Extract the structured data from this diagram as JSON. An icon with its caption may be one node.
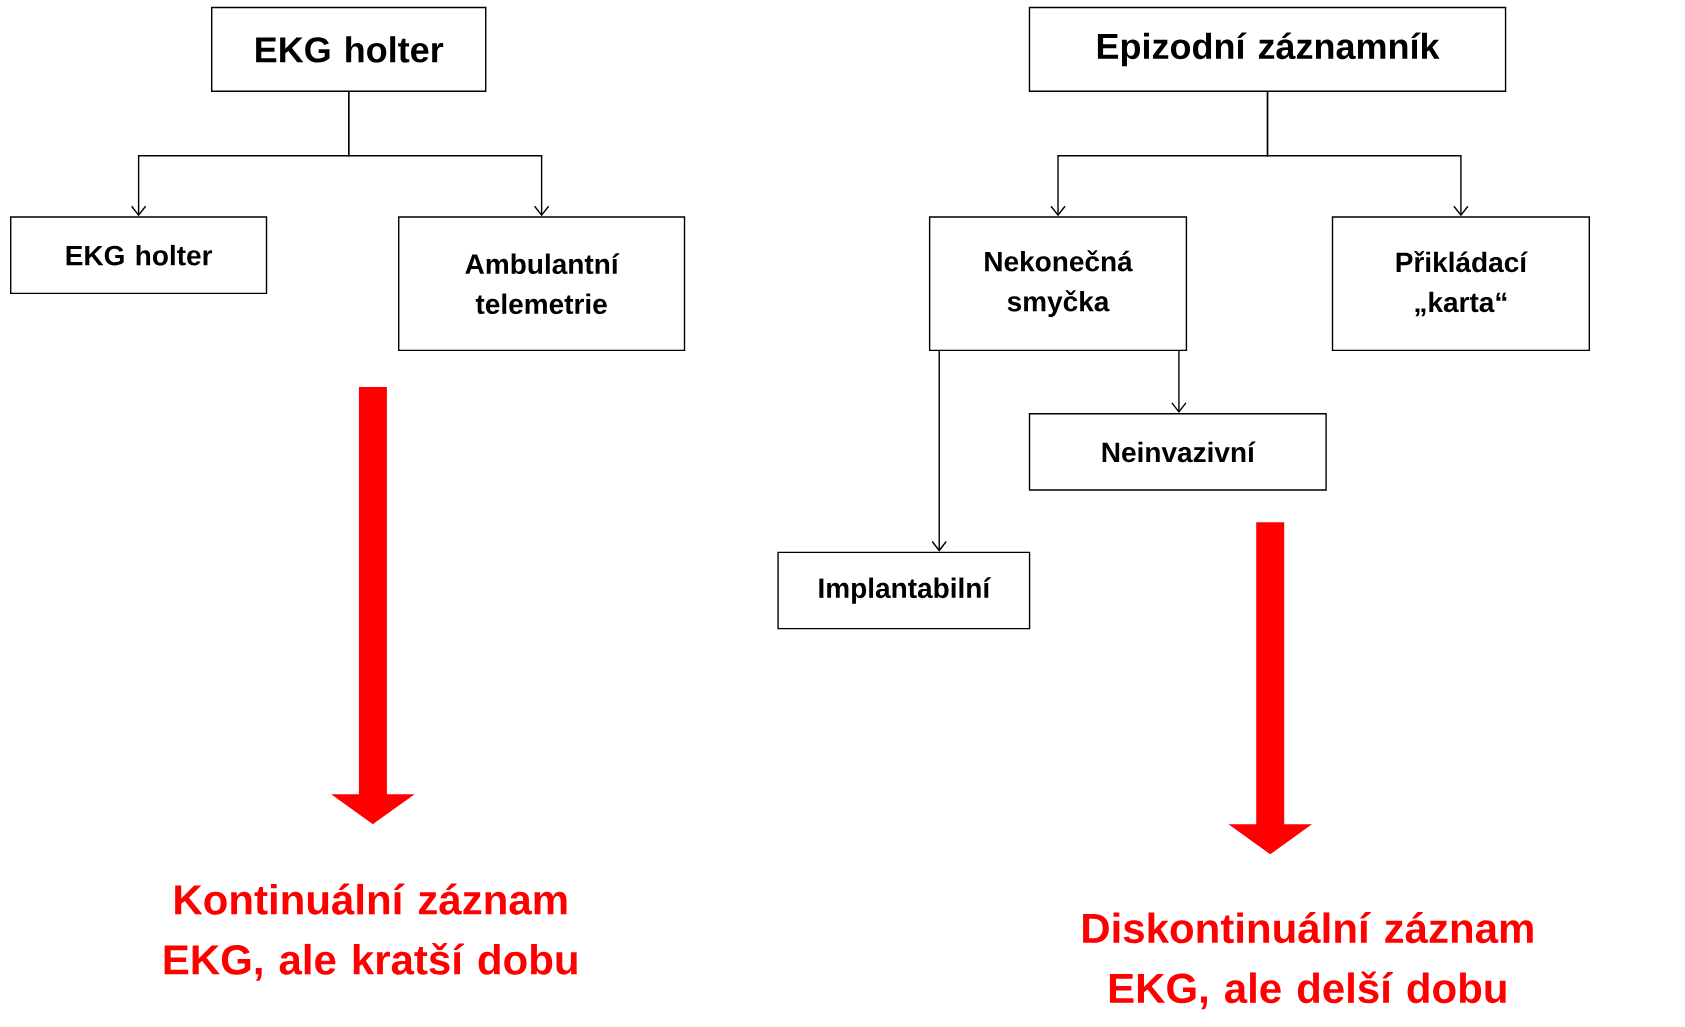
{
  "diagram": {
    "nodes": [
      {
        "text": [
          "EKG holter"
        ]
      },
      {
        "text": [
          "EKG holter"
        ]
      },
      {
        "text": [
          "Ambulantní telemetrie"
        ]
      },
      {
        "text": [
          "Epizodní záznamník"
        ]
      },
      {
        "text": [
          "Nekonečná smyčka"
        ]
      },
      {
        "text": [
          "Přikládací „karta“"
        ]
      },
      {
        "text": [
          "Neinvazivní"
        ]
      },
      {
        "text": [
          "Implantabilní"
        ]
      },
      {
        "text": [
          "Kontinuální záznam EKG, ale kratší dobu"
        ]
      },
      {
        "text": [
          "Diskontinuální záznam EKG, ale delší dobu"
        ]
      }
    ],
    "edges": [
      {
        "from": 0,
        "to": 1,
        "arrow": "to"
      },
      {
        "from": 0,
        "to": 2,
        "arrow": "to"
      },
      {
        "from": 3,
        "to": 4,
        "arrow": "to"
      },
      {
        "from": 3,
        "to": 5,
        "arrow": "to"
      },
      {
        "from": 4,
        "to": 7,
        "arrow": "to"
      },
      {
        "from": 4,
        "to": 6,
        "arrow": "to"
      },
      {
        "from": null,
        "to": 8,
        "arrow": "to",
        "style": "thick",
        "color": "#ff0000"
      },
      {
        "from": null,
        "to": 9,
        "arrow": "to",
        "style": "thick",
        "color": "#ff0000"
      }
    ]
  }
}
